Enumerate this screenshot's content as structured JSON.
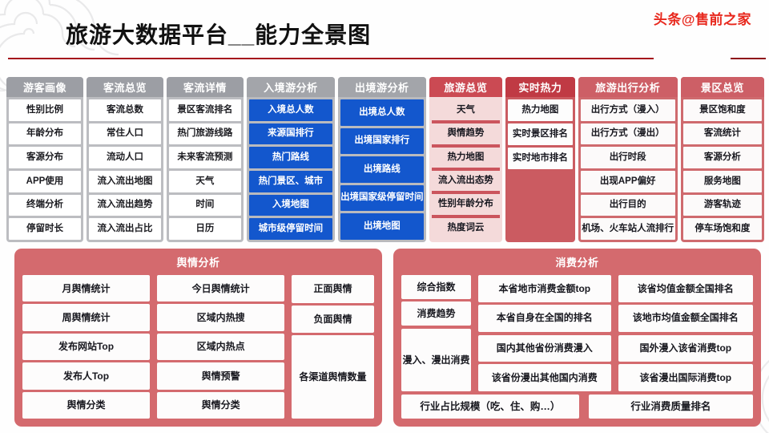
{
  "header": {
    "title": "旅游大数据平台__能力全景图",
    "watermark": "头条@售前之家"
  },
  "colors": {
    "brand_red": "#a5131c",
    "accent_red": "#d46a6e",
    "watermark_red": "#e8271c",
    "blue": "#1357cd",
    "gray": "#bcbdc1"
  },
  "columns": [
    {
      "theme": "gray",
      "title": "游客画像",
      "items": [
        "性别比例",
        "年龄分布",
        "客源分布",
        "APP使用",
        "终端分析",
        "停留时长"
      ]
    },
    {
      "theme": "gray",
      "title": "客流总览",
      "items": [
        "客流总数",
        "常住人口",
        "流动人口",
        "流入流出地图",
        "流入流出趋势",
        "流入流出占比"
      ]
    },
    {
      "theme": "gray",
      "title": "客流详情",
      "items": [
        "景区客流排名",
        "热门旅游线路",
        "未来客流预测",
        "天气",
        "时间",
        "日历"
      ]
    },
    {
      "theme": "blue",
      "title": "入境游分析",
      "items": [
        "入境总人数",
        "来源国排行",
        "热门路线",
        "热门景区、城市",
        "入境地图",
        "城市级停留时间"
      ]
    },
    {
      "theme": "blue",
      "title": "出境游分析",
      "items": [
        "出境总人数",
        "出境国家排行",
        "出境路线",
        "出境国家级停留时间",
        "出境地图"
      ]
    },
    {
      "theme": "pinkbar",
      "title": "旅游总览",
      "items": [
        "天气",
        "舆情趋势",
        "热力地图",
        "流入流出态势",
        "性别年龄分布",
        "热度词云"
      ]
    },
    {
      "theme": "redsolid",
      "title": "实时热力",
      "items": [
        "热力地图",
        "实时景区排名",
        "实时地市排名"
      ]
    },
    {
      "theme": "red",
      "title": "旅游出行分析",
      "items": [
        "出行方式（漫入）",
        "出行方式（漫出）",
        "出行时段",
        "出现APP偏好",
        "出行目的",
        "机场、火车站人流排行"
      ]
    },
    {
      "theme": "red",
      "title": "景区总览",
      "items": [
        "景区饱和度",
        "客流统计",
        "客源分析",
        "服务地图",
        "游客轨迹",
        "停车场饱和度"
      ]
    }
  ],
  "panel_yuqing": {
    "title": "舆情分析",
    "col_a": [
      "月舆情统计",
      "周舆情统计",
      "发布网站Top",
      "发布人Top",
      "舆情分类"
    ],
    "col_b": [
      "今日舆情统计",
      "区域内热搜",
      "区域内热点",
      "舆情预警",
      "舆情分类"
    ],
    "col_c": [
      "正面舆情",
      "负面舆情"
    ],
    "col_c_tall": "各渠道舆情数量"
  },
  "panel_xiaofei": {
    "title": "消费分析",
    "left_top": [
      "综合指数",
      "消费趋势"
    ],
    "left_tall": "漫入、漫出消费",
    "mid_top": [
      "本省地市消费金额top",
      "本省自身在全国的排名"
    ],
    "mid_bottom": [
      "国内其他省份消费漫入",
      "该省份漫出其他国内消费"
    ],
    "right_top": [
      "该省均值金额全国排名",
      "该地市均值金额全国排名"
    ],
    "right_bottom": [
      "国外漫入该省消费top",
      "该省漫出国际消费top"
    ],
    "bottom": [
      "行业占比规模（吃、住、购…）",
      "行业消费质量排名"
    ]
  }
}
